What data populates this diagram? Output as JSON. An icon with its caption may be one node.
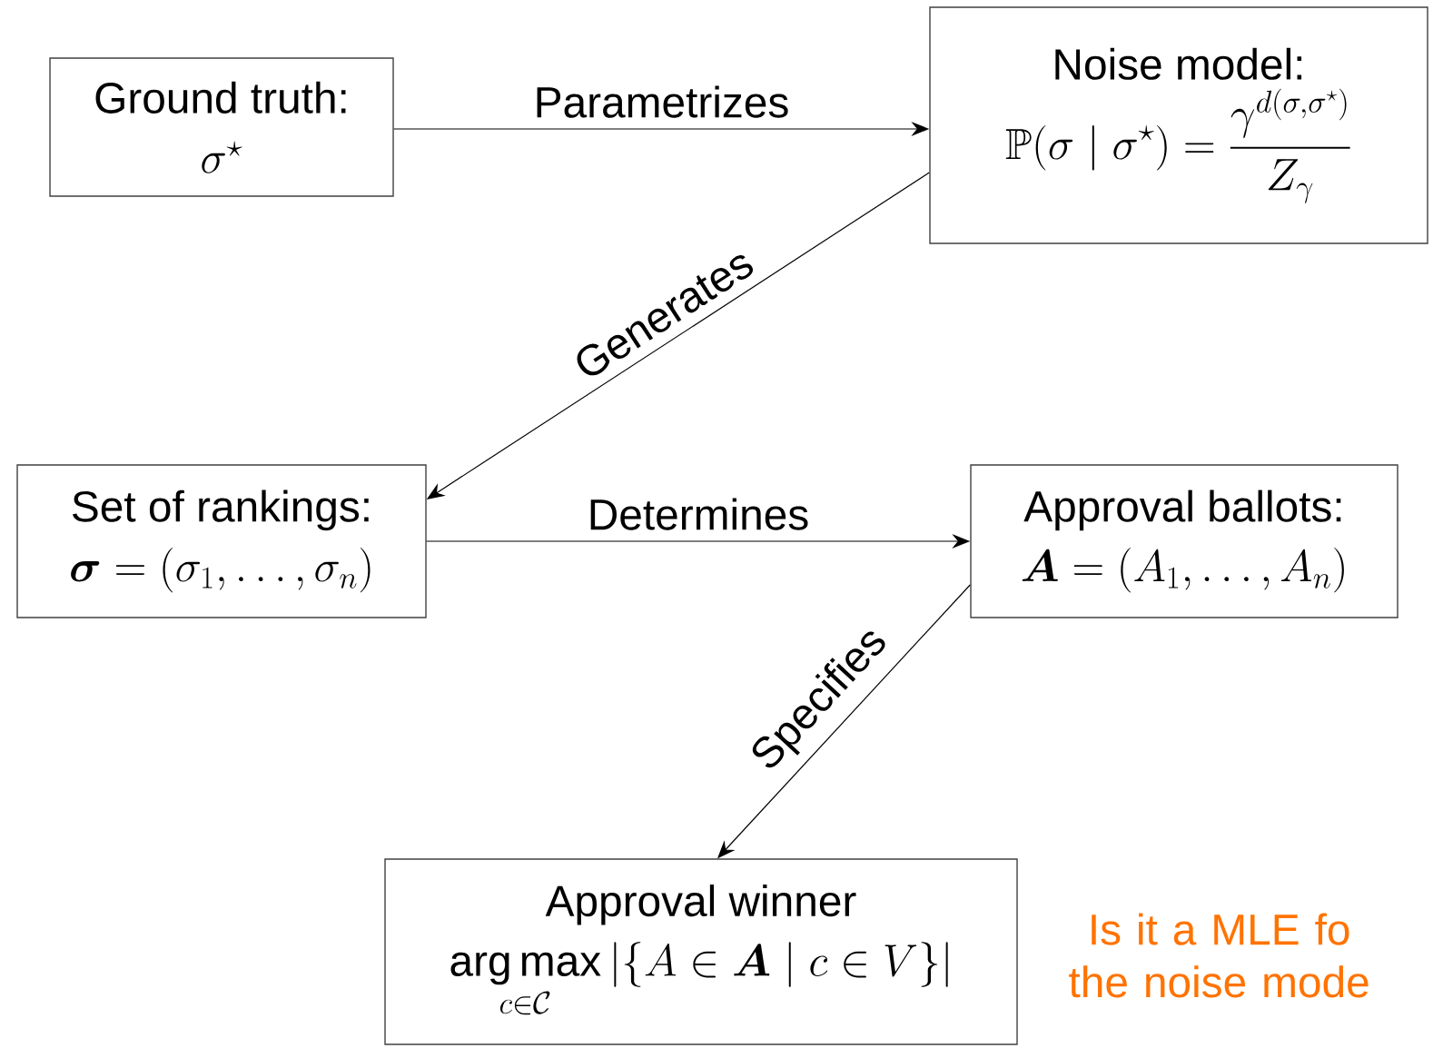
{
  "diagram": {
    "nodes": [
      {
        "text": [
          "Ground truth:",
          "\\sigma^{\\star}"
        ]
      },
      {
        "text": [
          "Noise model:",
          "\\mathbb{P}(\\sigma \\mid \\sigma^{\\star}) = \\frac{\\gamma^{d(\\sigma,\\sigma^{\\star})}}{Z_{\\gamma}}"
        ]
      },
      {
        "text": [
          "Set of rankings:",
          "\\boldsymbol{\\sigma} = (\\sigma_1, \\ldots, \\sigma_n)"
        ]
      },
      {
        "text": [
          "Approval ballots:",
          "\\boldsymbol{A} = (A_1, \\ldots, A_n)"
        ]
      },
      {
        "text": [
          "Approval winner",
          "\\operatorname*{arg\\,max}_{c \\in \\mathcal{C}} \\left|\\{A \\in \\boldsymbol{A} \\mid c \\in V\\}\\right|"
        ]
      }
    ],
    "edges": [
      {
        "from": 0,
        "to": 1,
        "arrow": "to",
        "label": "Parametrizes"
      },
      {
        "from": 1,
        "to": 2,
        "arrow": "to",
        "label": "Generates"
      },
      {
        "from": 2,
        "to": 3,
        "arrow": "to",
        "label": "Determines"
      },
      {
        "from": 3,
        "to": 4,
        "arrow": "to",
        "label": "Specifies"
      }
    ],
    "labels": [
      "Is it a MLE fo the noise mode"
    ]
  }
}
